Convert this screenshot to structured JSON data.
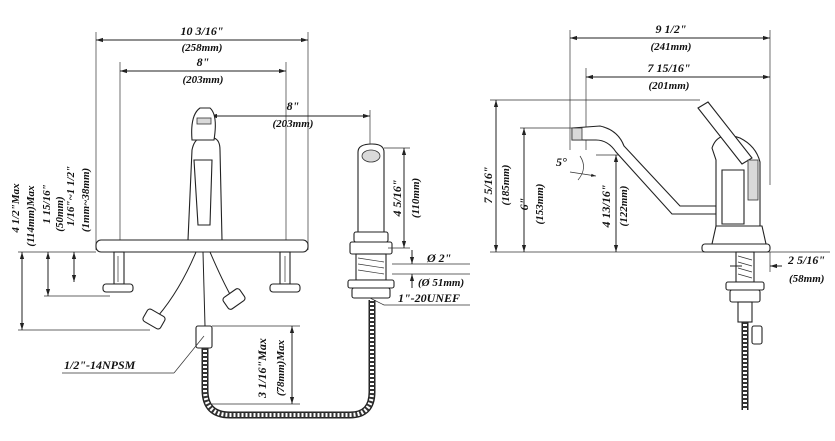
{
  "dims": {
    "overall_width_in": "10 3/16\"",
    "overall_width_mm": "(258mm)",
    "center_width_in": "8\"",
    "center_width_mm": "(203mm)",
    "spray_dist_in": "8\"",
    "spray_dist_mm": "(203mm)",
    "spray_height_in": "4 5/16\"",
    "spray_height_mm": "(110mm)",
    "spray_hole_dia_in": "Ø 2\"",
    "spray_hole_dia_mm": "(Ø 51mm)",
    "spray_thread": "1\"-20UNEF",
    "shank_max_in": "4 1/2\"Max",
    "shank_max_mm": "(114mm)Max",
    "shank_len_in": "1 15/16\"",
    "shank_len_mm": "(50mm)",
    "deck_range_in": "1/16\"~1 1/2\"",
    "deck_range_mm": "(1mm~38mm)",
    "supply_thread": "1/2\"-14NPSM",
    "hose_max_in": "3 1/16\"Max",
    "hose_max_mm": "(78mm)Max",
    "side_width_in": "9 1/2\"",
    "side_width_mm": "(241mm)",
    "reach_in": "7 15/16\"",
    "reach_mm": "(201mm)",
    "height_total_in": "7 5/16\"",
    "height_total_mm": "(185mm)",
    "spout_height_in": "6\"",
    "spout_height_mm": "(153mm)",
    "aerator_height_in": "4 13/16\"",
    "aerator_height_mm": "(122mm)",
    "angle": "5°",
    "spray_offset_in": "2 5/16\"",
    "spray_offset_mm": "(58mm)"
  }
}
